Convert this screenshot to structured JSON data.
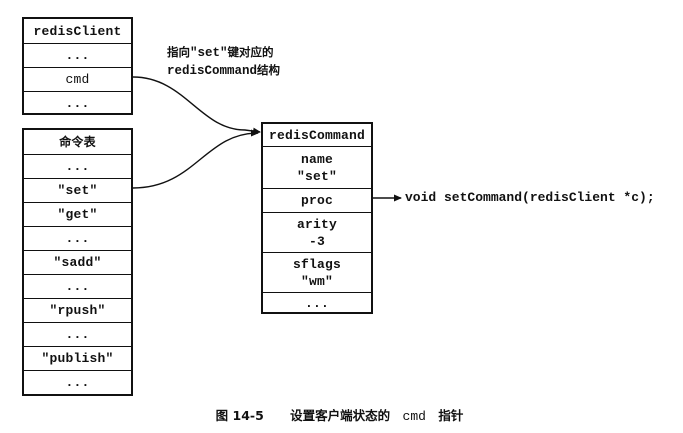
{
  "redis_client": {
    "title": "redisClient",
    "rows": [
      "...",
      "cmd",
      "..."
    ]
  },
  "command_table": {
    "title": "命令表",
    "rows": [
      "...",
      "\"set\"",
      "\"get\"",
      "...",
      "\"sadd\"",
      "...",
      "\"rpush\"",
      "...",
      "\"publish\"",
      "..."
    ]
  },
  "redis_command": {
    "title": "redisCommand",
    "fields": [
      {
        "label": "name",
        "value": "\"set\""
      },
      {
        "label": "proc",
        "value": ""
      },
      {
        "label": "arity",
        "value": "-3"
      },
      {
        "label": "sflags",
        "value": "\"wm\""
      },
      {
        "label": "...",
        "value": ""
      }
    ]
  },
  "annotation": {
    "line1_pre": "指向",
    "line1_code": "\"set\"",
    "line1_post": "键对应的",
    "line2_code": "redisCommand",
    "line2_post": "结构"
  },
  "proc_target": "void setCommand(redisClient *c);",
  "caption": {
    "figure": "图 14-5",
    "text_pre": "设置客户端状态的",
    "code": "cmd",
    "text_post": "指针"
  }
}
